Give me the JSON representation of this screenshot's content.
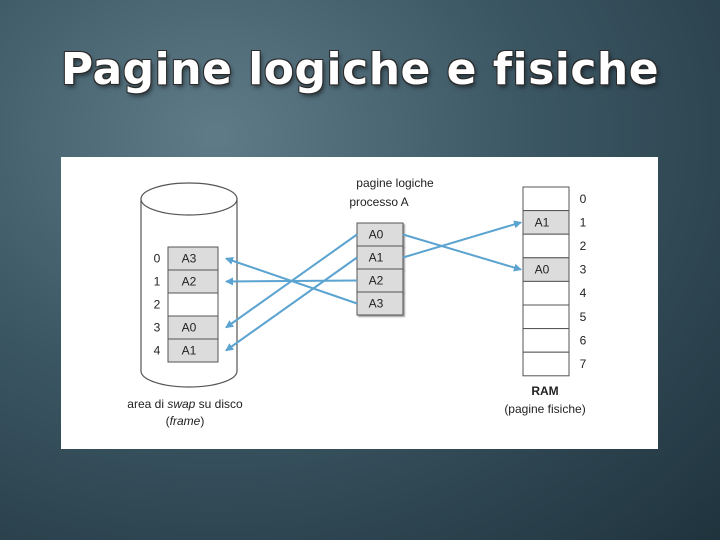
{
  "slide": {
    "title": "Pagine logiche e fisiche"
  },
  "diagram": {
    "colors": {
      "arrow": "#5ba3d0",
      "cell_fill": "#dcdcdc",
      "empty_fill": "#ffffff",
      "border": "#555555"
    },
    "swap": {
      "label_line1_prefix": "area di ",
      "label_line1_em": "swap",
      "label_line1_suffix": " su disco",
      "label_line2_open": "(",
      "label_line2_em": "frame",
      "label_line2_close": ")",
      "indices": [
        "0",
        "1",
        "2",
        "3",
        "4"
      ],
      "cells": [
        "A3",
        "A2",
        "",
        "A0",
        "A1"
      ]
    },
    "logical": {
      "title_line1": "pagine logiche",
      "title_line2": "processo A",
      "cells": [
        "A0",
        "A1",
        "A2",
        "A3"
      ]
    },
    "ram": {
      "label": "RAM",
      "sublabel": "(pagine fisiche)",
      "indices": [
        "0",
        "1",
        "2",
        "3",
        "4",
        "5",
        "6",
        "7"
      ],
      "cells": [
        "",
        "A1",
        "",
        "A0",
        "",
        "",
        "",
        ""
      ]
    }
  }
}
